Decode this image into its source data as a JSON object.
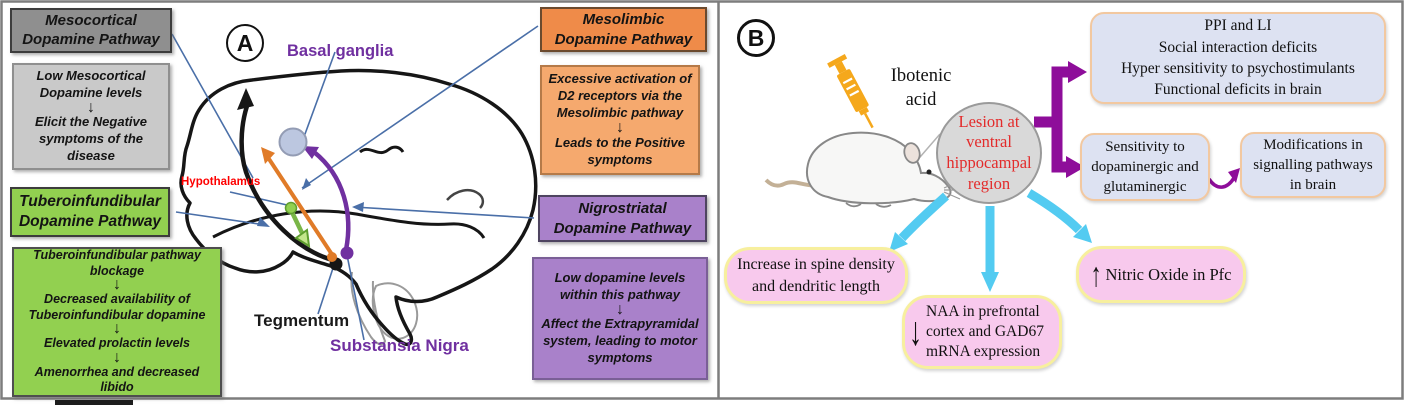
{
  "panel_a": {
    "label": "A",
    "mesocortical": {
      "title": "Mesocortical Dopamine Pathway",
      "flow": [
        "Low Mesocortical Dopamine levels",
        "↓",
        "Elicit the Negative symptoms of the disease"
      ]
    },
    "tuberoinfundibular": {
      "title": "Tuberoinfundibular Dopamine Pathway",
      "flow": [
        "Tuberoinfundibular pathway blockage",
        "↓",
        "Decreased availability of Tuberoinfundibular dopamine",
        "↓",
        "Elevated prolactin levels",
        "↓",
        "Amenorrhea and decreased libido"
      ]
    },
    "mesolimbic": {
      "title": "Mesolimbic Dopamine Pathway",
      "flow": [
        "Excessive activation of D2 receptors via the Mesolimbic pathway",
        "↓",
        "Leads to the Positive symptoms"
      ]
    },
    "nigrostriatal": {
      "title": "Nigrostriatal Dopamine Pathway",
      "flow": [
        "Low dopamine levels within this pathway",
        "↓",
        "Affect the Extrapyramidal system, leading to motor symptoms"
      ]
    },
    "brain_labels": {
      "basal_ganglia": "Basal ganglia",
      "hypothalamus": "Hypothalamus",
      "tegmentum": "Tegmentum",
      "substansia_nigra": "Substansia Nigra"
    }
  },
  "panel_b": {
    "label": "B",
    "injection_label": "Ibotenic acid",
    "lesion_lines": [
      "Lesion at",
      "ventral",
      "hippocampal",
      "region"
    ],
    "behavioral_lines": [
      "PPI and LI",
      "Social interaction deficits",
      "Hyper sensitivity to psychostimulants",
      "Functional deficits in brain"
    ],
    "sensitivity_text": "Sensitivity to dopaminergic and glutaminergic",
    "modifications_text": "Modifications in signalling pathways in brain",
    "spine_text": "Increase in spine density and dendritic length",
    "naa": {
      "arrow": "↓",
      "text": "NAA in prefrontal cortex and GAD67 mRNA expression"
    },
    "nitric": {
      "arrow": "↑",
      "text": "Nitric Oxide in Pfc"
    }
  },
  "colors": {
    "gray_header": "#8f8f8f",
    "gray_body": "#c9c9c9",
    "green_box": "#92d050",
    "orange_header": "#ef8b49",
    "orange_body": "#f5a96e",
    "purple_box": "#a981ca",
    "lavender_box": "#dde2f2",
    "peach_border": "#f2c8a0",
    "pink_box": "#f8c9ed",
    "yellow_border": "#f7ef9e",
    "cyan_arrow": "#53cbf1",
    "magenta_arrow": "#8e0d9a",
    "blue_connector": "#4a6fa8",
    "pathway_purple": "#7030a0",
    "pathway_orange": "#e07b28",
    "pathway_green": "#92d050",
    "label_red": "#fe0000",
    "lesion_text_red": "#e32b2b",
    "syringe_orange": "#f5a81c"
  }
}
